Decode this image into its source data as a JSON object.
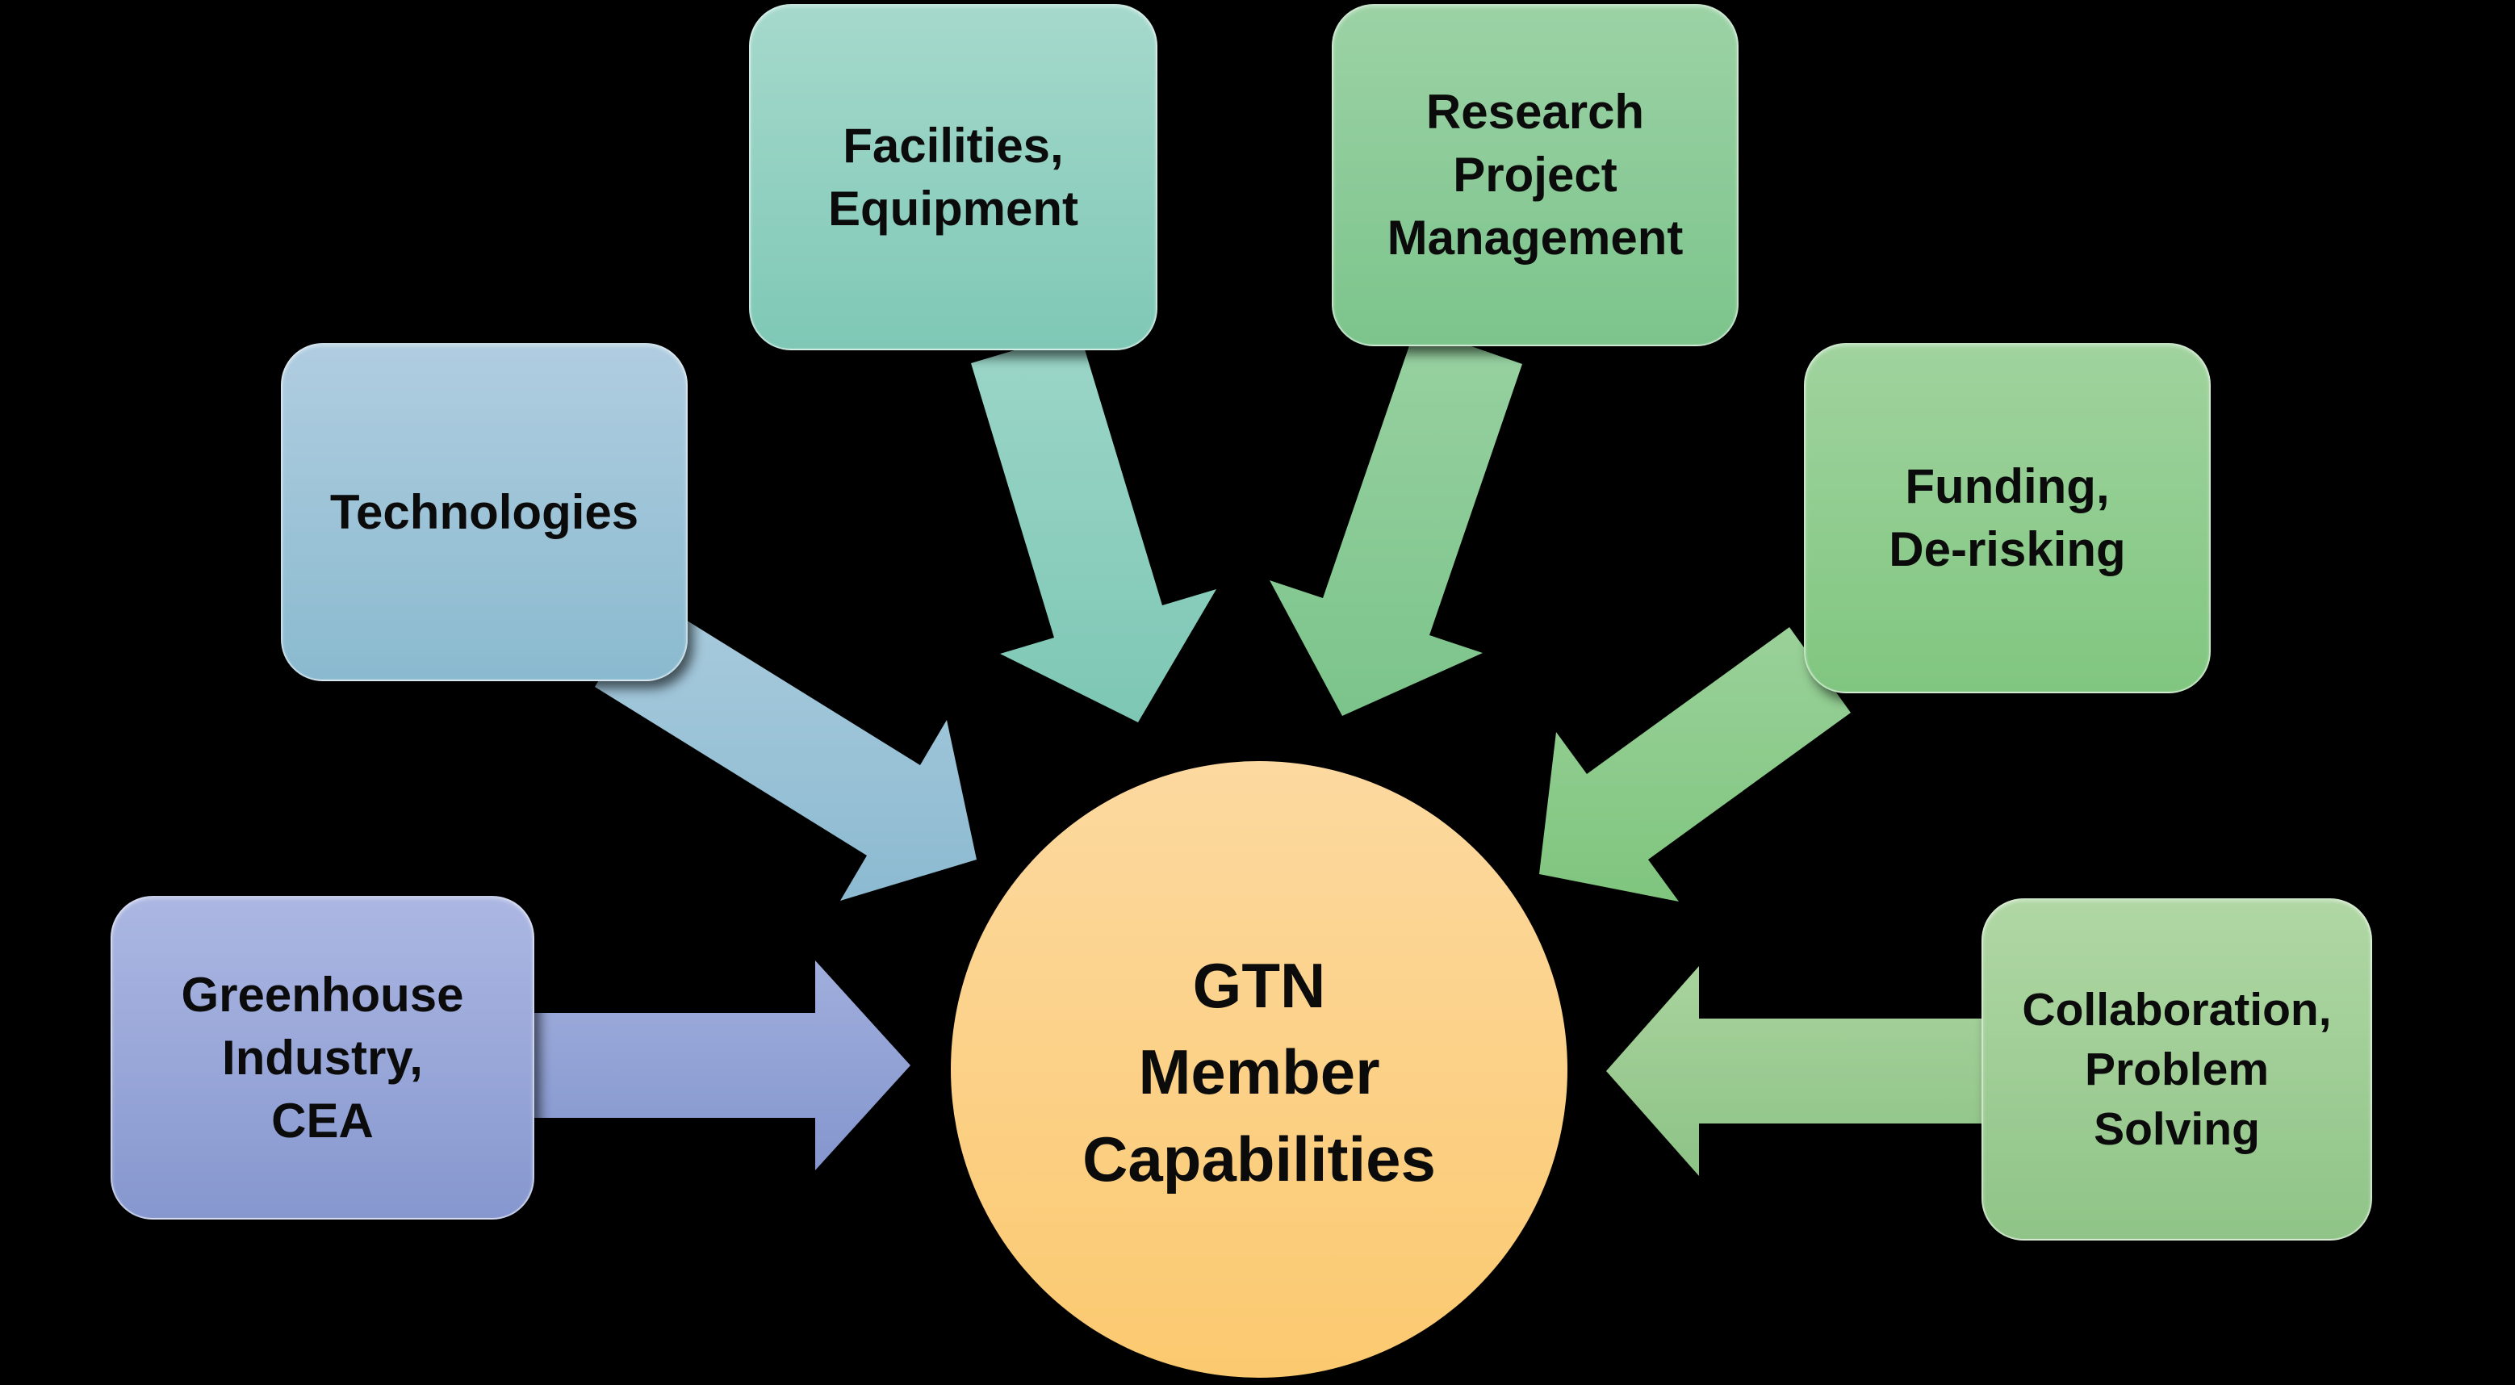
{
  "diagram": {
    "background": "#000000",
    "center_circle": {
      "lines": [
        "GTN",
        "Member",
        "Capabilities"
      ],
      "fill_top": "#FCD9A0",
      "fill_bottom": "#FBC96F",
      "text_color": "#0B0B0B"
    },
    "boxes": [
      {
        "id": "greenhouse",
        "lines": [
          "Greenhouse",
          "Industry,",
          "CEA"
        ],
        "fill_top": "#ACB7E2",
        "fill_bottom": "#8697CF",
        "arrow_top": "#A0AEDC",
        "arrow_bottom": "#8496CE"
      },
      {
        "id": "technologies",
        "lines": [
          "Technologies"
        ],
        "fill_top": "#B0CDE0",
        "fill_bottom": "#8ABACF",
        "arrow_top": "#A9CBDD",
        "arrow_bottom": "#8CBAD1"
      },
      {
        "id": "facilities",
        "lines": [
          "Facilities,",
          "Equipment"
        ],
        "fill_top": "#A5D9CC",
        "fill_bottom": "#7FC8B6",
        "arrow_top": "#9CD6C8",
        "arrow_bottom": "#7EC7B5"
      },
      {
        "id": "research",
        "lines": [
          "Research",
          "Project",
          "Management"
        ],
        "fill_top": "#9CD2A5",
        "fill_bottom": "#7CC48C",
        "arrow_top": "#98D1A1",
        "arrow_bottom": "#7CC48B"
      },
      {
        "id": "funding",
        "lines": [
          "Funding,",
          "De-risking"
        ],
        "fill_top": "#A0D39E",
        "fill_bottom": "#80C680",
        "arrow_top": "#9AD199",
        "arrow_bottom": "#7FC57E"
      },
      {
        "id": "collaboration",
        "lines": [
          "Collaboration,",
          "Problem",
          "Solving"
        ],
        "fill_top": "#B0D7A4",
        "fill_bottom": "#8FC487",
        "arrow_top": "#A9D39D",
        "arrow_bottom": "#8DC386"
      }
    ]
  }
}
